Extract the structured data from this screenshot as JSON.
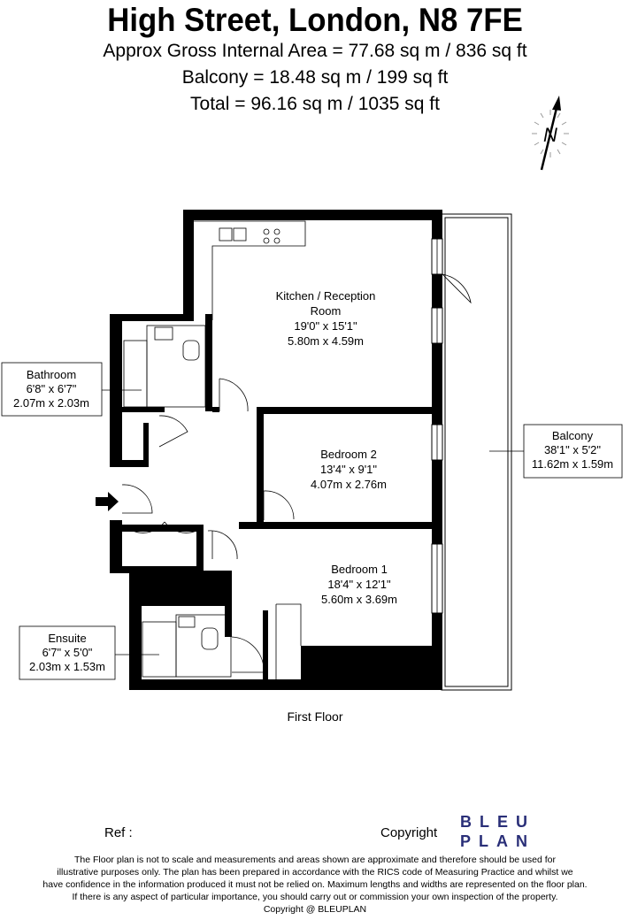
{
  "header": {
    "title": "High Street, London, N8 7FE",
    "line1": "Approx Gross Internal Area = 77.68 sq m / 836 sq ft",
    "line2": "Balcony = 18.48 sq m / 199 sq ft",
    "line3": "Total = 96.16 sq m / 1035 sq ft"
  },
  "compass": {
    "letter": "N"
  },
  "rooms": {
    "kitchen": {
      "name1": "Kitchen / Reception",
      "name2": "Room",
      "imperial": "19'0\" x 15'1\"",
      "metric": "5.80m x 4.59m"
    },
    "bedroom2": {
      "name": "Bedroom 2",
      "imperial": "13'4\" x 9'1\"",
      "metric": "4.07m x 2.76m"
    },
    "bedroom1": {
      "name": "Bedroom 1",
      "imperial": "18'4\" x 12'1\"",
      "metric": "5.60m x 3.69m"
    },
    "bathroom": {
      "name": "Bathroom",
      "imperial": "6'8\" x 6'7\"",
      "metric": "2.07m x 2.03m"
    },
    "balcony": {
      "name": "Balcony",
      "imperial": "38'1\" x 5'2\"",
      "metric": "11.62m x 1.59m"
    },
    "ensuite": {
      "name": "Ensuite",
      "imperial": "6'7\" x 5'0\"",
      "metric": "2.03m x 1.53m"
    }
  },
  "floor_label": "First Floor",
  "footer": {
    "ref_label": "Ref  :",
    "copyright_label": "Copyright",
    "logo_line1": "BLEU",
    "logo_line2": "PLAN",
    "disclaimer": [
      "The Floor plan is not to scale and measurements and areas shown are approximate and therefore should be used for",
      "illustrative purposes only. The plan has been prepared in accordance with the RICS code of Measuring Practice and whilst we",
      "have confidence in the information produced it must not be relied on. Maximum lengths and widths are represented on the floor plan.",
      "If there is any aspect of particular importance, you should carry out or commission your own inspection of the property.",
      "Copyright @ BLEUPLAN"
    ]
  },
  "colors": {
    "wall": "#000000",
    "logo": "#2a2f78",
    "background": "#ffffff"
  }
}
